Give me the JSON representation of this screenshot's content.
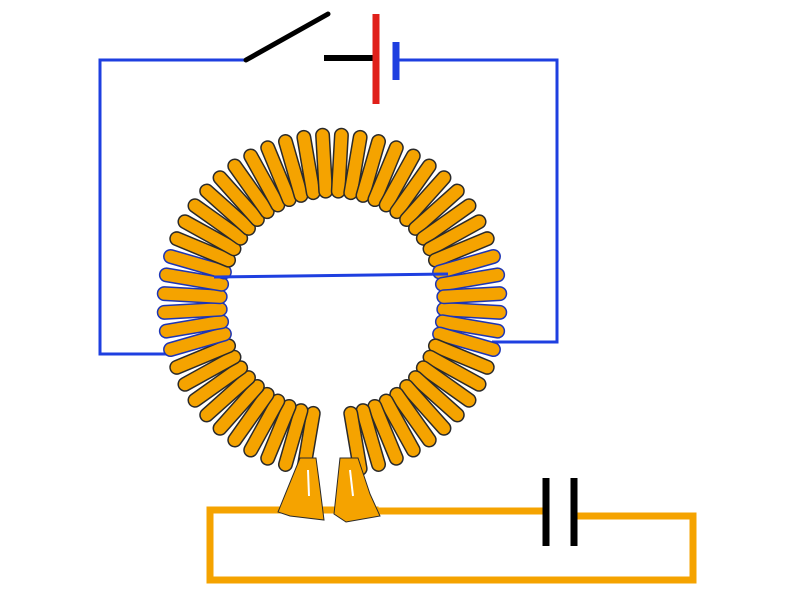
{
  "diagram": {
    "components": {
      "switch": {
        "type": "switch",
        "state": "open"
      },
      "battery": {
        "type": "battery",
        "positive_plate": "tall",
        "negative_plate": "short"
      },
      "capacitor": {
        "type": "capacitor"
      },
      "toroid": {
        "type": "toroidal-core",
        "winding_turns": 56
      },
      "primary_coil_left": {
        "type": "coil-winding"
      },
      "primary_coil_right": {
        "type": "coil-winding"
      },
      "secondary_coil": {
        "type": "coil-winding"
      }
    },
    "colors": {
      "primary_circuit": "#1e3fe0",
      "secondary_circuit": "#f5a300",
      "winding_fill": "#f5a300",
      "winding_outline": "#2a2a2a",
      "primary_winding_outline": "#1d35b5",
      "battery_positive": "#e0201a",
      "battery_negative": "#1f3fe0",
      "battery_lead": "#000000",
      "switch_blade": "#000000",
      "capacitor_plates": "#000000",
      "background": "#ffffff"
    }
  }
}
